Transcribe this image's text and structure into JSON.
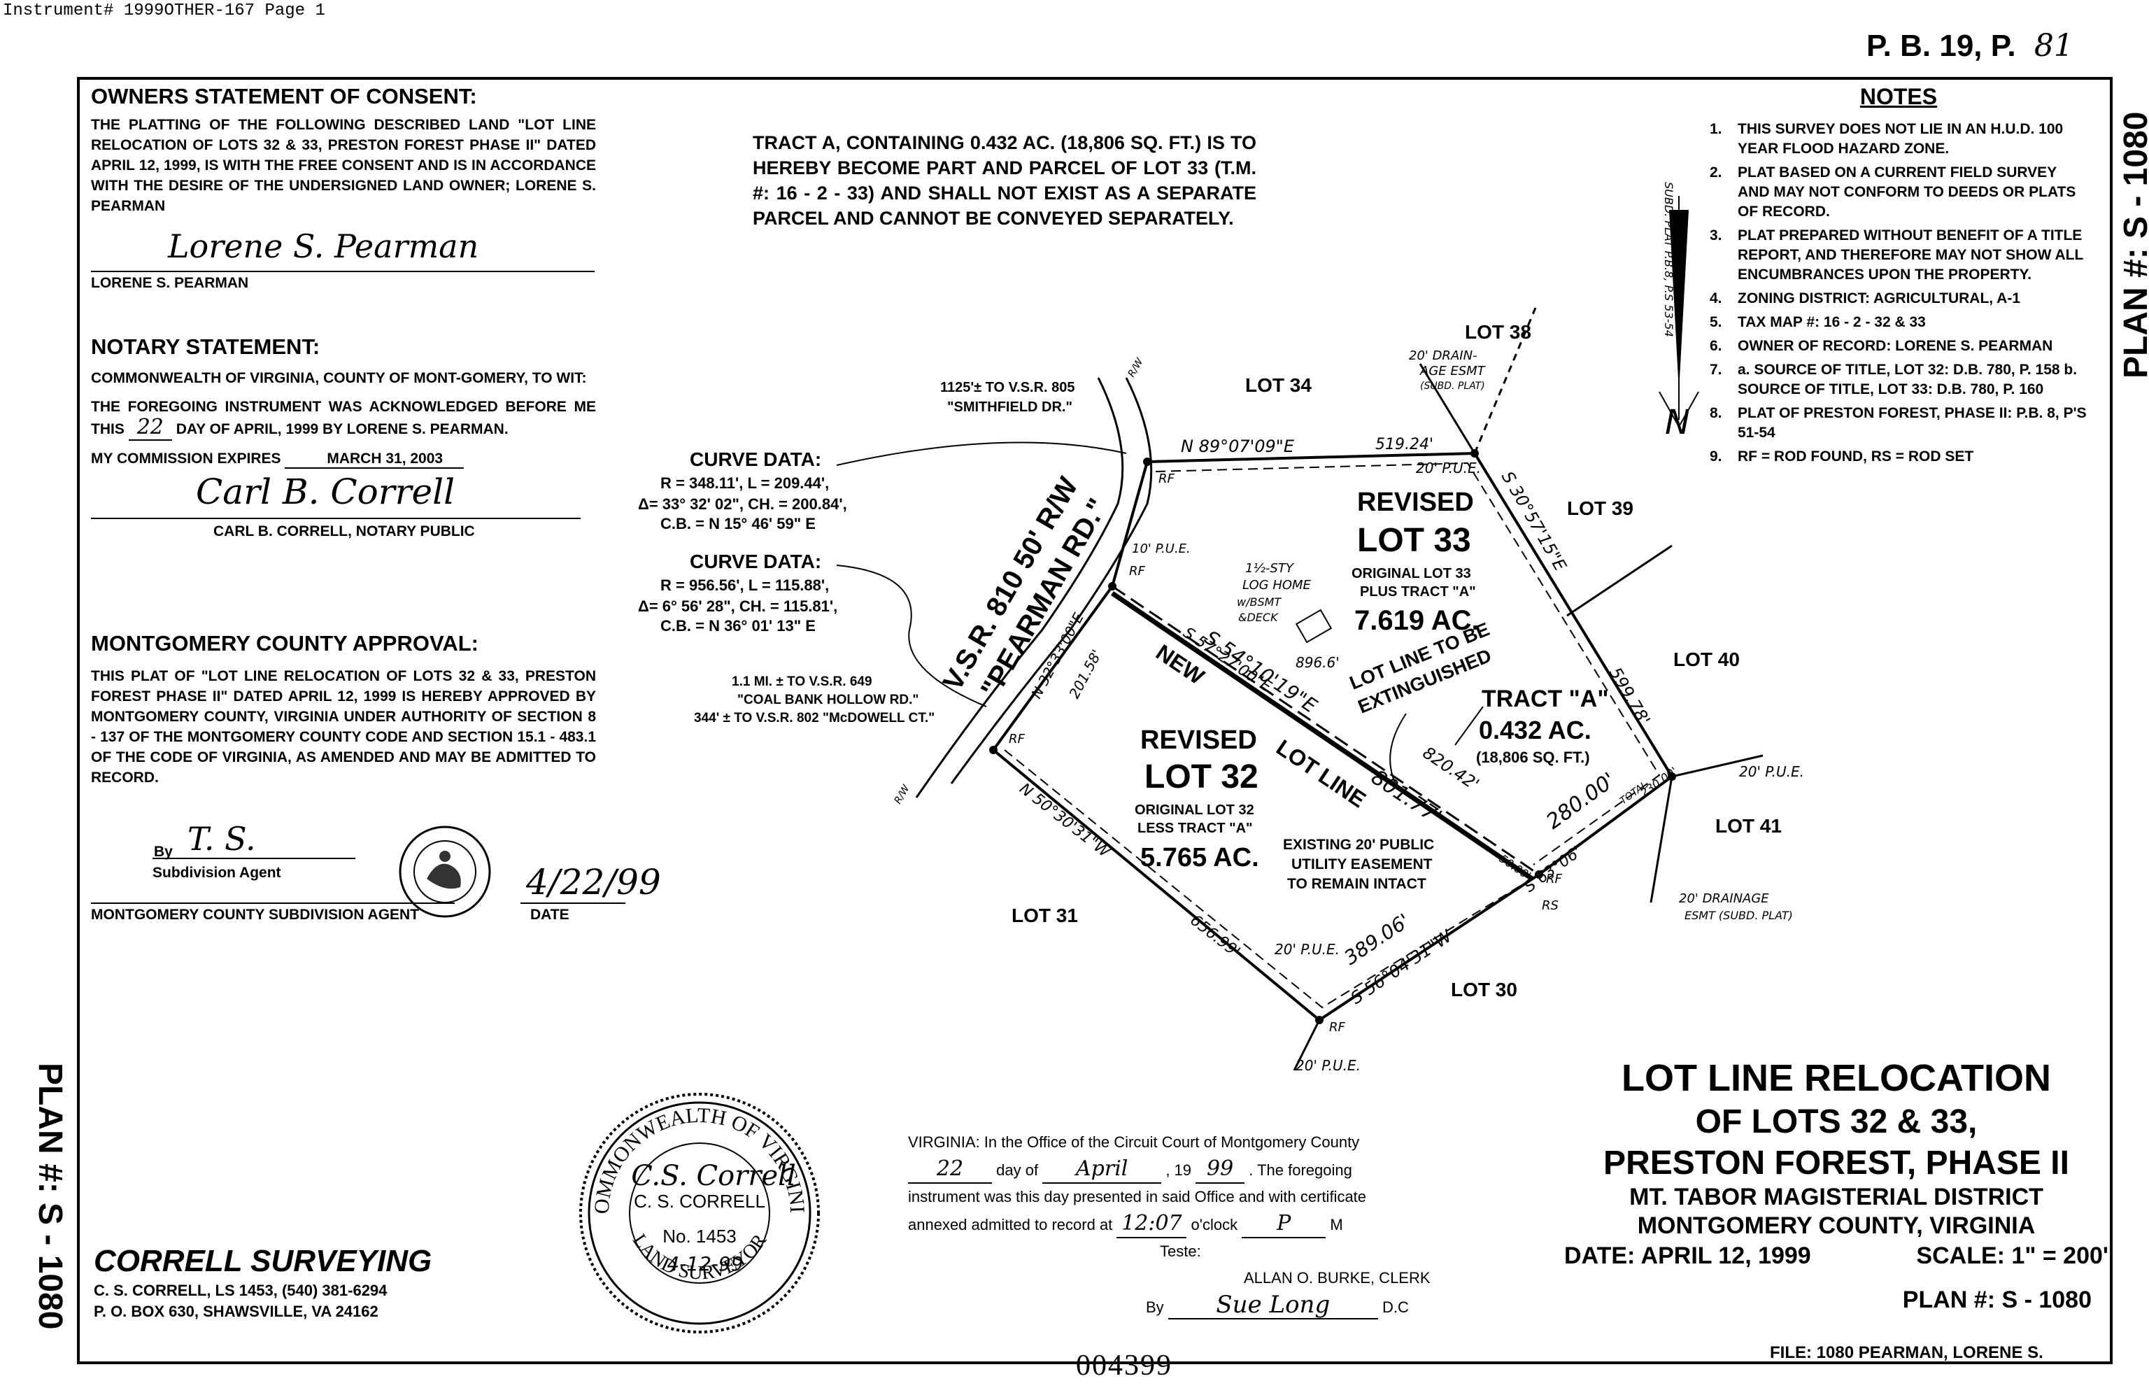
{
  "header": {
    "instrument": "Instrument# 1999OTHER-167 Page 1",
    "plat_book": "P. B. 19, P.",
    "plat_page_hand": "81"
  },
  "plan_side_right": "PLAN #: S - 1080",
  "plan_side_left": "PLAN #: S - 1080",
  "owners": {
    "title": "OWNERS STATEMENT OF CONSENT:",
    "text": "THE PLATTING OF THE FOLLOWING DESCRIBED LAND \"LOT LINE RELOCATION OF LOTS 32 & 33, PRESTON FOREST PHASE II\" DATED APRIL 12, 1999, IS WITH THE FREE CONSENT AND IS IN ACCORDANCE WITH THE DESIRE OF THE UNDERSIGNED LAND OWNER; LORENE S. PEARMAN",
    "signature": "Lorene S. Pearman",
    "name": "LORENE S. PEARMAN"
  },
  "notary": {
    "title": "NOTARY STATEMENT:",
    "commonwealth": "COMMONWEALTH OF VIRGINIA, COUNTY OF MONT-GOMERY, TO WIT:",
    "ack_pre": "THE FOREGOING INSTRUMENT WAS ACKNOWLEDGED BEFORE ME THIS",
    "day_hand": "22",
    "ack_post": "DAY OF APRIL, 1999 BY LORENE S. PEARMAN.",
    "expires_label": "MY COMMISSION EXPIRES",
    "expires_value": "MARCH 31, 2003",
    "signature": "Carl B. Correll",
    "name": "CARL B. CORRELL, NOTARY PUBLIC"
  },
  "county": {
    "title": "MONTGOMERY COUNTY APPROVAL:",
    "text": "THIS PLAT OF \"LOT LINE RELOCATION OF LOTS 32 & 33, PRESTON FOREST PHASE II\" DATED APRIL 12, 1999 IS HEREBY APPROVED BY MONTGOMERY COUNTY, VIRGINIA UNDER AUTHORITY OF SECTION 8 - 137 OF THE MONTGOMERY COUNTY CODE AND SECTION 15.1 - 483.1 OF THE CODE OF VIRGINIA, AS AMENDED AND MAY BE ADMITTED TO RECORD.",
    "by": "By",
    "signature": "T. S.",
    "agent": "Subdivision Agent",
    "date_hand": "4/22/99",
    "footer_left": "MONTGOMERY COUNTY SUBDIVISION AGENT",
    "footer_right": "DATE"
  },
  "tract_note": "TRACT A, CONTAINING 0.432 AC. (18,806 SQ. FT.) IS TO HEREBY BECOME PART AND PARCEL OF LOT 33 (T.M. #: 16 - 2 - 33) AND SHALL NOT EXIST AS A SEPARATE PARCEL AND CANNOT BE CONVEYED SEPARATELY.",
  "notes": {
    "title": "NOTES",
    "items": [
      {
        "n": "1.",
        "t": "THIS SURVEY DOES NOT LIE IN AN H.U.D. 100 YEAR FLOOD HAZARD ZONE."
      },
      {
        "n": "2.",
        "t": "PLAT BASED ON A CURRENT FIELD SURVEY AND MAY NOT CONFORM TO DEEDS OR PLATS OF RECORD."
      },
      {
        "n": "3.",
        "t": "PLAT PREPARED WITHOUT BENEFIT OF A TITLE REPORT, AND THEREFORE MAY NOT SHOW ALL ENCUMBRANCES UPON THE PROPERTY."
      },
      {
        "n": "4.",
        "t": "ZONING DISTRICT: AGRICULTURAL, A-1"
      },
      {
        "n": "5.",
        "t": "TAX MAP #: 16 - 2 - 32 & 33"
      },
      {
        "n": "6.",
        "t": "OWNER OF RECORD: LORENE S. PEARMAN"
      },
      {
        "n": "7.",
        "t": "a. SOURCE OF TITLE, LOT 32: D.B. 780, P. 158  b. SOURCE OF TITLE, LOT 33: D.B. 780, P. 160"
      },
      {
        "n": "8.",
        "t": "PLAT OF PRESTON FOREST, PHASE II: P.B. 8, P'S 51-54"
      },
      {
        "n": "9.",
        "t": "RF = ROD FOUND, RS = ROD SET"
      }
    ]
  },
  "map": {
    "curve1": {
      "title": "CURVE DATA:",
      "l1": "R = 348.11', L = 209.44',",
      "l2": "Δ= 33° 32' 02\", CH. = 200.84',",
      "l3": "C.B. = N 15° 46' 59\" E"
    },
    "curve2": {
      "title": "CURVE DATA:",
      "l1": "R = 956.56', L = 115.88',",
      "l2": "Δ= 6° 56' 28\", CH. = 115.81',",
      "l3": "C.B. = N 36° 01' 13\" E"
    },
    "smithfield": "1125'± TO V.S.R. 805",
    "smithfield2": "\"SMITHFIELD DR.\"",
    "coal1": "1.1 MI. ± TO V.S.R. 649",
    "coal2": "\"COAL BANK HOLLOW RD.\"",
    "coal3": "344' ± TO V.S.R. 802 \"McDOWELL CT.\"",
    "road1": "V.S.R. 810 50' R/W",
    "road2": "\"PEARMAN RD.\"",
    "lot34": "LOT 34",
    "lot38": "LOT 38",
    "lot39": "LOT 39",
    "lot40": "LOT 40",
    "lot41": "LOT 41",
    "lot30": "LOT 30",
    "lot31": "LOT 31",
    "rev33a": "REVISED",
    "rev33b": "LOT 33",
    "rev33c": "ORIGINAL LOT 33",
    "rev33d": "PLUS TRACT \"A\"",
    "rev33e": "7.619 AC.",
    "rev32a": "REVISED",
    "rev32b": "LOT 32",
    "rev32c": "ORIGINAL LOT 32",
    "rev32d": "LESS TRACT \"A\"",
    "rev32e": "5.765 AC.",
    "tracta1": "TRACT \"A\"",
    "tracta2": "0.432 AC.",
    "tracta3": "(18,806 SQ. FT.)",
    "extinguish1": "LOT LINE TO BE",
    "extinguish2": "EXTINGUISHED",
    "newline1": "NEW",
    "newline2": "LOT LINE",
    "easement1": "EXISTING 20' PUBLIC",
    "easement2": "UTILITY EASEMENT",
    "easement3": "TO REMAIN INTACT",
    "h_n89": "N 89°07'09\"E",
    "h_519": "519.24'",
    "h_s30": "S 30°57'15\"E",
    "h_599": "599.78'",
    "h_280": "280.00'",
    "h_total": "TOTAL",
    "h_230": "230.00'",
    "h_50": "50.00'",
    "h_s63": "S 63°06'",
    "h_s56": "S 56°04'31\"W",
    "h_389": "389.06'",
    "h_n50": "N 50°30'31\"W",
    "h_656": "656.99'",
    "h_n32": "N 32°33'00\"E",
    "h_201": "201.58'",
    "h_s57": "S 57°27'00\"E",
    "h_896": "896.6'",
    "h_s54": "S 54°10'19\"E",
    "h_801": "801.77'",
    "h_820": "820.42'",
    "h_home1": "1½-STY",
    "h_home2": "LOG HOME",
    "h_home3": "w/BSMT",
    "h_home4": "&DECK",
    "h_drain1": "20' DRAIN-",
    "h_drain2": "AGE ESMT",
    "h_drain3": "(SUBD. PLAT)",
    "h_drain4": "20' DRAINAGE",
    "h_drain5": "ESMT (SUBD. PLAT)",
    "h_pue": "20' P.U.E.",
    "h_10pue": "10' P.U.E.",
    "h_rf": "RF",
    "h_rs": "RS",
    "h_rw": "R/W",
    "h_subd": "SUBD. PLAT P.B.8, P.S 53-54",
    "h_north": "N"
  },
  "seal": {
    "ring_top": "COMMONWEALTH OF VIRGINIA",
    "ring_bottom": "LAND SURVEYOR",
    "name": "C. S. CORRELL",
    "no": "No. 1453",
    "date_hand": "4-12-99",
    "sig": "C.S. Correll"
  },
  "recording": {
    "line1": "VIRGINIA: In the Office of the Circuit Court of Montgomery County",
    "day_hand": "22",
    "line2a": "day of",
    "month_hand": "April",
    "line2b": ", 19",
    "year_hand": "99",
    "line2c": ". The foregoing",
    "line3": "instrument was this day presented in said Office and with certificate",
    "line4a": "annexed admitted to record at",
    "time_hand": "12:07",
    "line4b": "o'clock",
    "ampm_hand": "P",
    "line4c": "M",
    "teste": "Teste:",
    "clerk": "ALLAN O. BURKE, CLERK",
    "by": "By",
    "dc": "D.C",
    "sig": "Sue Long"
  },
  "surveyor": {
    "name": "CORRELL SURVEYING",
    "l1": "C. S. CORRELL, LS 1453, (540) 381-6294",
    "l2": "P. O. BOX 630, SHAWSVILLE, VA 24162"
  },
  "title_block": {
    "t1": "LOT LINE RELOCATION",
    "t2": "OF LOTS 32 & 33,",
    "t3": "PRESTON FOREST, PHASE II",
    "t4": "MT. TABOR MAGISTERIAL DISTRICT",
    "t5": "MONTGOMERY COUNTY, VIRGINIA",
    "date": "DATE: APRIL 12, 1999",
    "scale": "SCALE: 1\" = 200'",
    "plan": "PLAN #: S - 1080"
  },
  "file": "FILE: 1080 PEARMAN, LORENE S.",
  "stamp": "004399"
}
